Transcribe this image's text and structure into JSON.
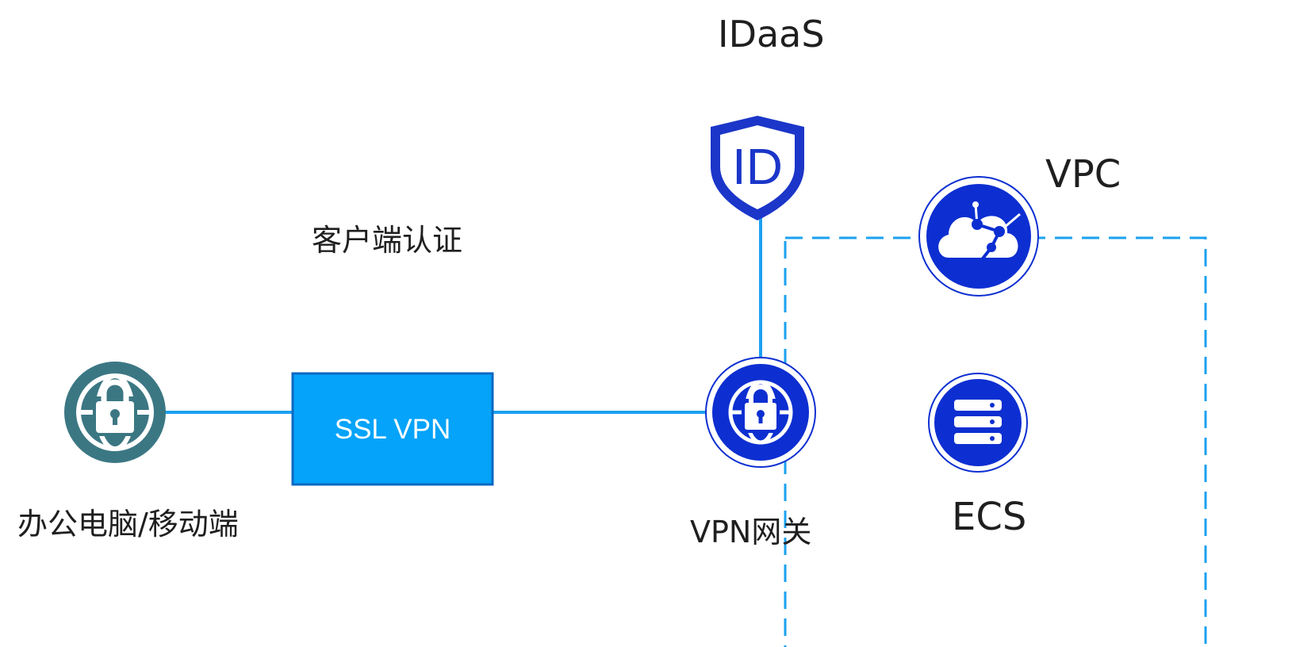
{
  "title": "IDaaS",
  "labels": {
    "auth": "客户端认证",
    "ssl_vpn": "SSL VPN",
    "client": "办公电脑/移动端",
    "gateway": "VPN网关",
    "vpc": "VPC",
    "ecs": "ECS"
  },
  "icons": {
    "id_shield": "ID",
    "client": "globe-lock-icon",
    "gateway": "globe-lock-icon",
    "vpc": "cloud-network-icon",
    "ecs": "server-icon"
  },
  "colors": {
    "connector": "#1ba1f0",
    "ssl_vpn_fill": "#05a3f9",
    "ssl_vpn_border": "#0b68c2",
    "icon_blue": "#0d2fd1",
    "shield_blue": "#1b36c9",
    "client_icon": "#3b7783",
    "vpc_border": "#1ba1f0"
  }
}
